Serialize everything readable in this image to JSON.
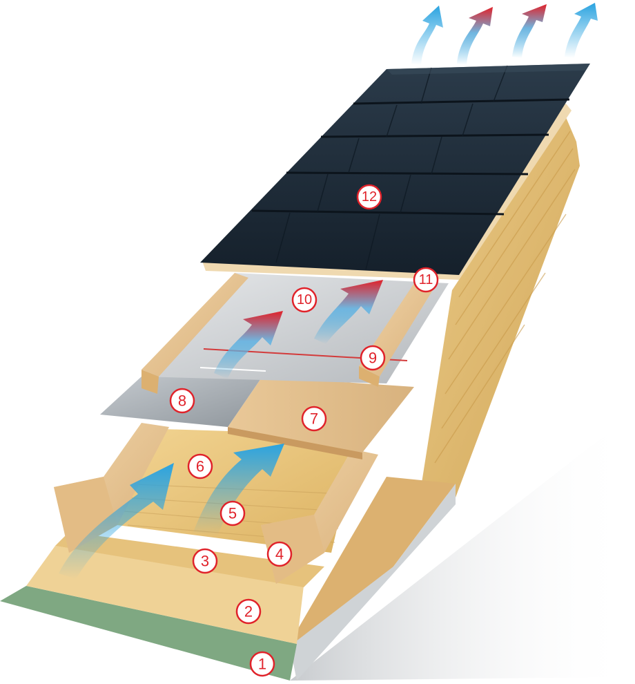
{
  "diagram": {
    "labels": [
      {
        "id": "layer-1",
        "text": "1"
      },
      {
        "id": "layer-2",
        "text": "2"
      },
      {
        "id": "layer-3",
        "text": "3"
      },
      {
        "id": "layer-4",
        "text": "4"
      },
      {
        "id": "layer-5",
        "text": "5"
      },
      {
        "id": "layer-6",
        "text": "6"
      },
      {
        "id": "layer-7",
        "text": "7"
      },
      {
        "id": "layer-8",
        "text": "8"
      },
      {
        "id": "layer-9",
        "text": "9"
      },
      {
        "id": "layer-10",
        "text": "10"
      },
      {
        "id": "layer-11",
        "text": "11"
      },
      {
        "id": "layer-12",
        "text": "12"
      }
    ],
    "colors": {
      "badge_ring": "#e0222a",
      "badge_fill": "#ffffff",
      "arrow_cool": "#2aa3e0",
      "arrow_warm": "#e0222a",
      "roof_tile": "#1d2b38",
      "wood": "#e8c89a",
      "insulation": "#e8c27a",
      "plasterboard": "#7fa882",
      "membrane": "#c9ccd0"
    }
  }
}
